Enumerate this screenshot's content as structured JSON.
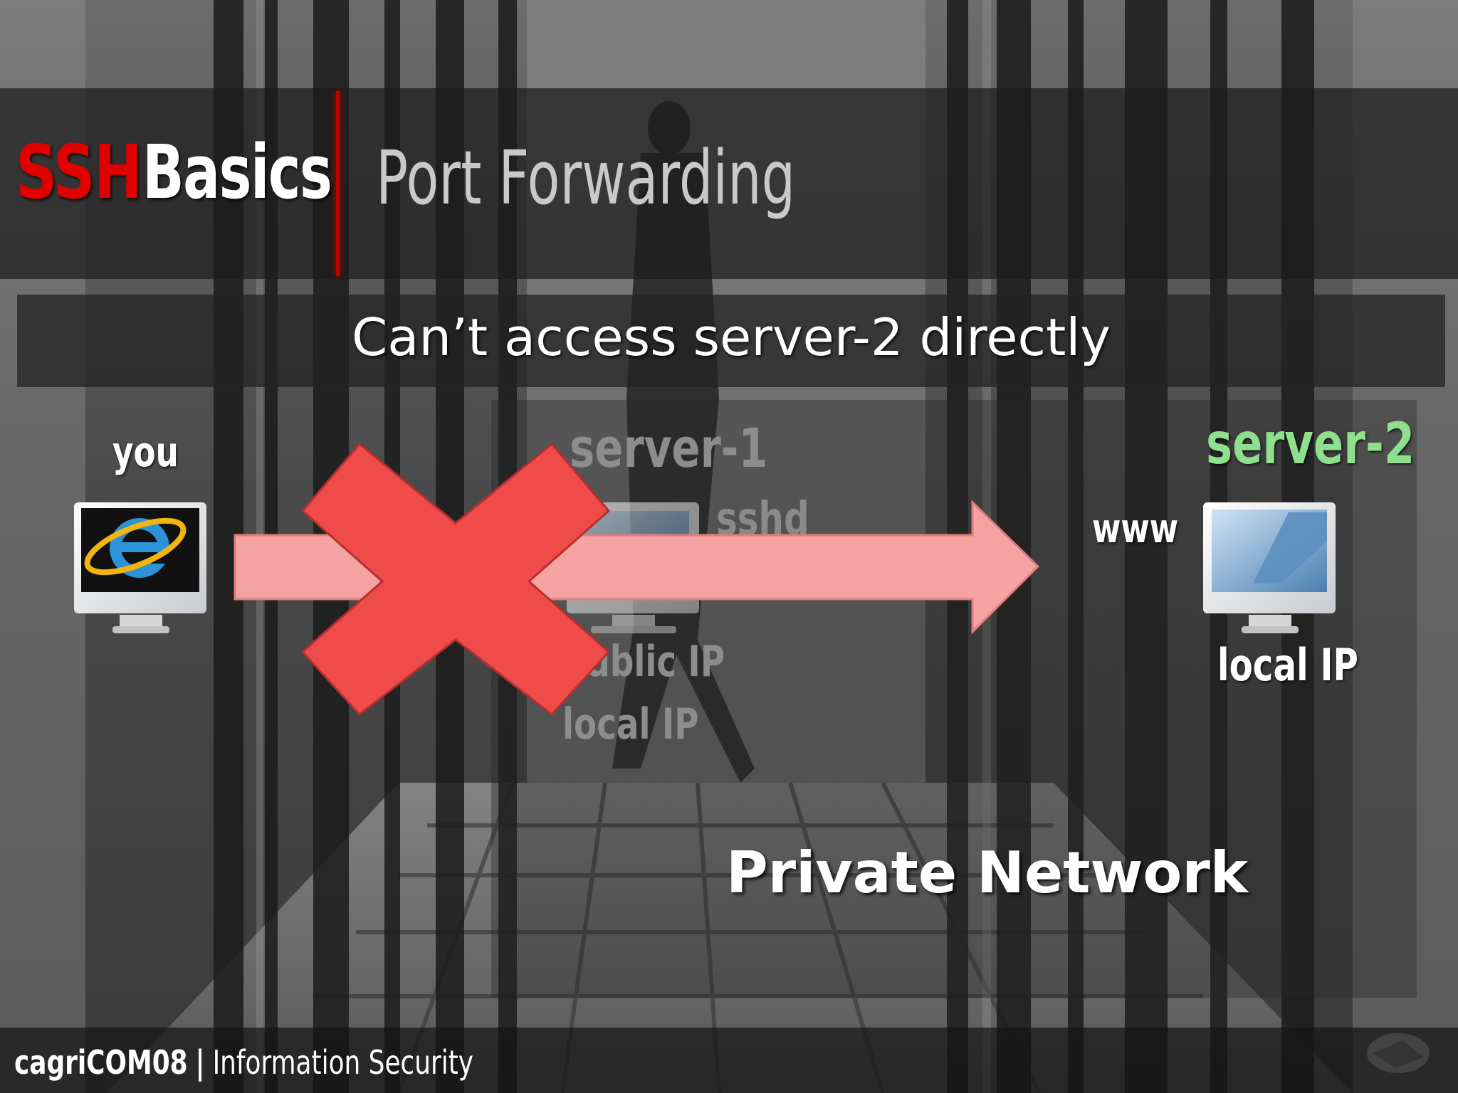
{
  "slide": {
    "title_main": "SSH",
    "title_second": "Basics",
    "subtitle": "Port Forwarding",
    "caption": "Can’t access server-2 directly",
    "region_label": "Private Network"
  },
  "nodes": {
    "you": {
      "label": "you",
      "browser_icon": "internet-explorer-icon"
    },
    "server1": {
      "label": "server-1",
      "service": "sshd",
      "public_ip": "public IP",
      "local_ip": "local IP"
    },
    "server2": {
      "label": "server-2",
      "service": "www",
      "local_ip": "local IP"
    }
  },
  "footer": {
    "author": "cagriCOM08",
    "separator": "|",
    "topic": "Information Security"
  },
  "colors": {
    "ssh_red": "#e00000",
    "server2_green": "#8ee08e",
    "arrow_fill": "#f5a2a2",
    "cross_fill": "#ef4b4b"
  }
}
